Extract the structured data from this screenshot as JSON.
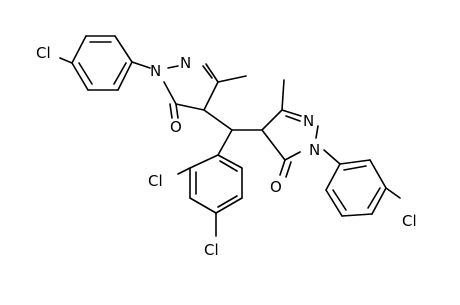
{
  "atom_labels": {
    "cl_top_left": "Cl",
    "n_upper_left_1": "N",
    "n_upper_left_2": "N",
    "o_left": "O",
    "cl_ortho": "Cl",
    "cl_para": "Cl",
    "n_right_1": "N",
    "n_right_2": "N",
    "o_right": "O",
    "cl_bottom_right": "Cl"
  },
  "colors": {
    "bond": "#000000",
    "label": "#000000",
    "background": "#ffffff"
  }
}
